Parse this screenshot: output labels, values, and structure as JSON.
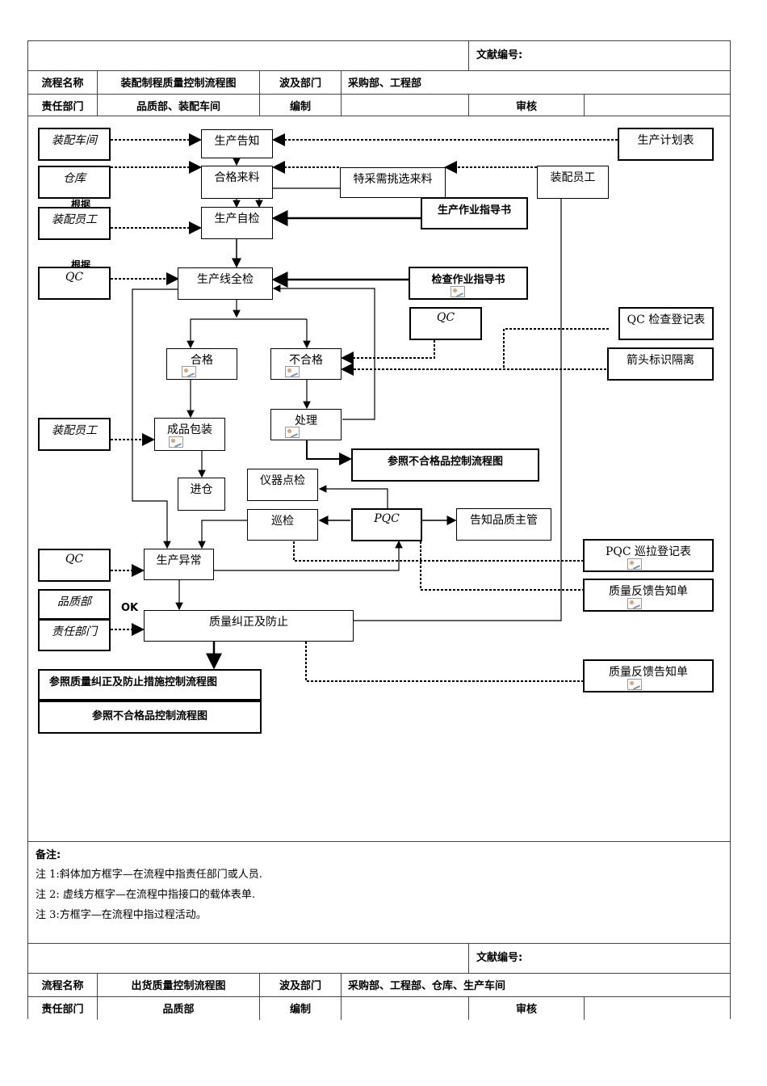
{
  "header1": {
    "doc_no_label": "文献编号:",
    "process_name_label": "流程名称",
    "process_name": "装配制程质量控制流程图",
    "dept_label": "波及部门",
    "depts": "采购部、工程部",
    "resp_label": "责任部门",
    "resp": "品质部、装配车间",
    "compile_label": "编制",
    "review_label": "审核"
  },
  "flow": {
    "actor_assembly_workshop": "装配车间",
    "actor_warehouse": "仓库",
    "actor_assembler": "装配员工",
    "actor_qc": "QC",
    "actor_qc2": "QC",
    "actor_assembler2": "装配员工",
    "actor_qc3": "QC",
    "actor_quality_dept": "品质部",
    "actor_resp_dept": "责任部门",
    "actor_assembler3": "装配员工",
    "production_notice": "生产告知",
    "qualified_material": "合格来料",
    "special_material": "特采需挑选来料",
    "self_check": "生产自检",
    "line_inspection": "生产线全检",
    "pass": "合格",
    "fail": "不合格",
    "handle": "处理",
    "pack": "成品包装",
    "storage": "进仓",
    "instrument_check": "仪器点检",
    "patrol": "巡检",
    "pqc": "PQC",
    "notify_supervisor": "告知品质主管",
    "abnormal": "生产异常",
    "correction": "质量纠正及防止",
    "doc_plan": "生产计划表",
    "doc_work_instr": "生产作业指导书",
    "doc_inspect_instr": "检查作业指导书",
    "doc_qc_log": "QC 检查登记表",
    "doc_arrow_tag": "箭头标识隔离",
    "doc_ref_nc": "参照不合格品控制流程图",
    "doc_pqc_log": "PQC 巡拉登记表",
    "doc_feedback1": "质量反馈告知单",
    "doc_feedback2": "质量反馈告知单",
    "doc_ref_corr": "参照质量纠正及防止措施控制流程图",
    "doc_ref_nc2": "参照不合格品控制流程图",
    "stray_basis1": "根据",
    "stray_basis2": "根据",
    "stray_ok": "OK"
  },
  "notes": {
    "title": "备注:",
    "n1": "注 1:斜体加方框字—在流程中指责任部门或人员.",
    "n2": "注 2: 虚线方框字—在流程中指接口的载体表单.",
    "n3": "注 3:方框字—在流程中指过程活动。"
  },
  "header2": {
    "doc_no_label": "文献编号:",
    "process_name_label": "流程名称",
    "process_name": "出货质量控制流程图",
    "dept_label": "波及部门",
    "depts": "采购部、工程部、仓库、生产车间",
    "resp_label": "责任部门",
    "resp": "品质部",
    "compile_label": "编制",
    "review_label": "审核"
  }
}
